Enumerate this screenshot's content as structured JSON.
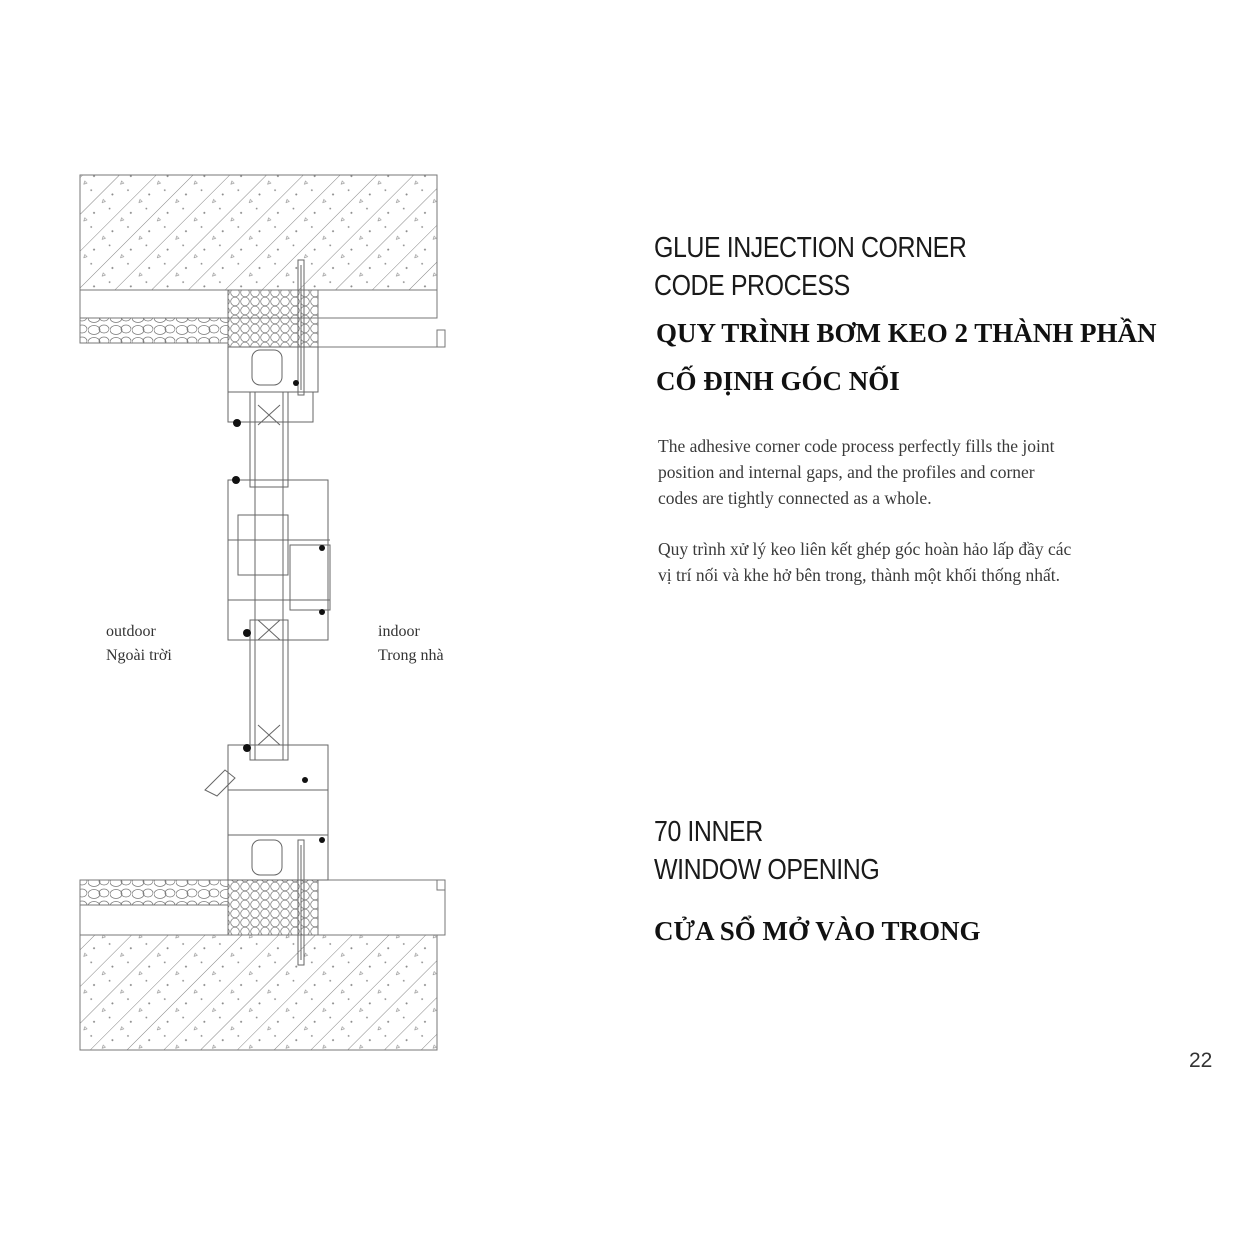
{
  "heading_1": {
    "line1": "GLUE INJECTION CORNER",
    "line2": "CODE PROCESS"
  },
  "heading_1_vn": {
    "line1": "QUY TRÌNH BƠM KEO 2 THÀNH PHẦN",
    "line2": "CỐ ĐỊNH GÓC NỐI"
  },
  "description_en": [
    "The adhesive corner code process perfectly fills the joint",
    "position and internal gaps, and the profiles and corner",
    "codes are tightly connected as a whole."
  ],
  "description_vn": [
    "Quy trình xử lý keo liên kết ghép góc hoàn hảo lấp đầy các",
    "vị trí nối và khe hở bên trong, thành một khối thống nhất."
  ],
  "heading_2": {
    "line1": "70 INNER",
    "line2": "WINDOW OPENING"
  },
  "heading_2_vn": "CỬA SỔ MỞ VÀO TRONG",
  "drawing_labels": {
    "outdoor_en": "outdoor",
    "outdoor_vn": "Ngoài trời",
    "indoor_en": "indoor",
    "indoor_vn": "Trong nhà"
  },
  "page_number": "22"
}
